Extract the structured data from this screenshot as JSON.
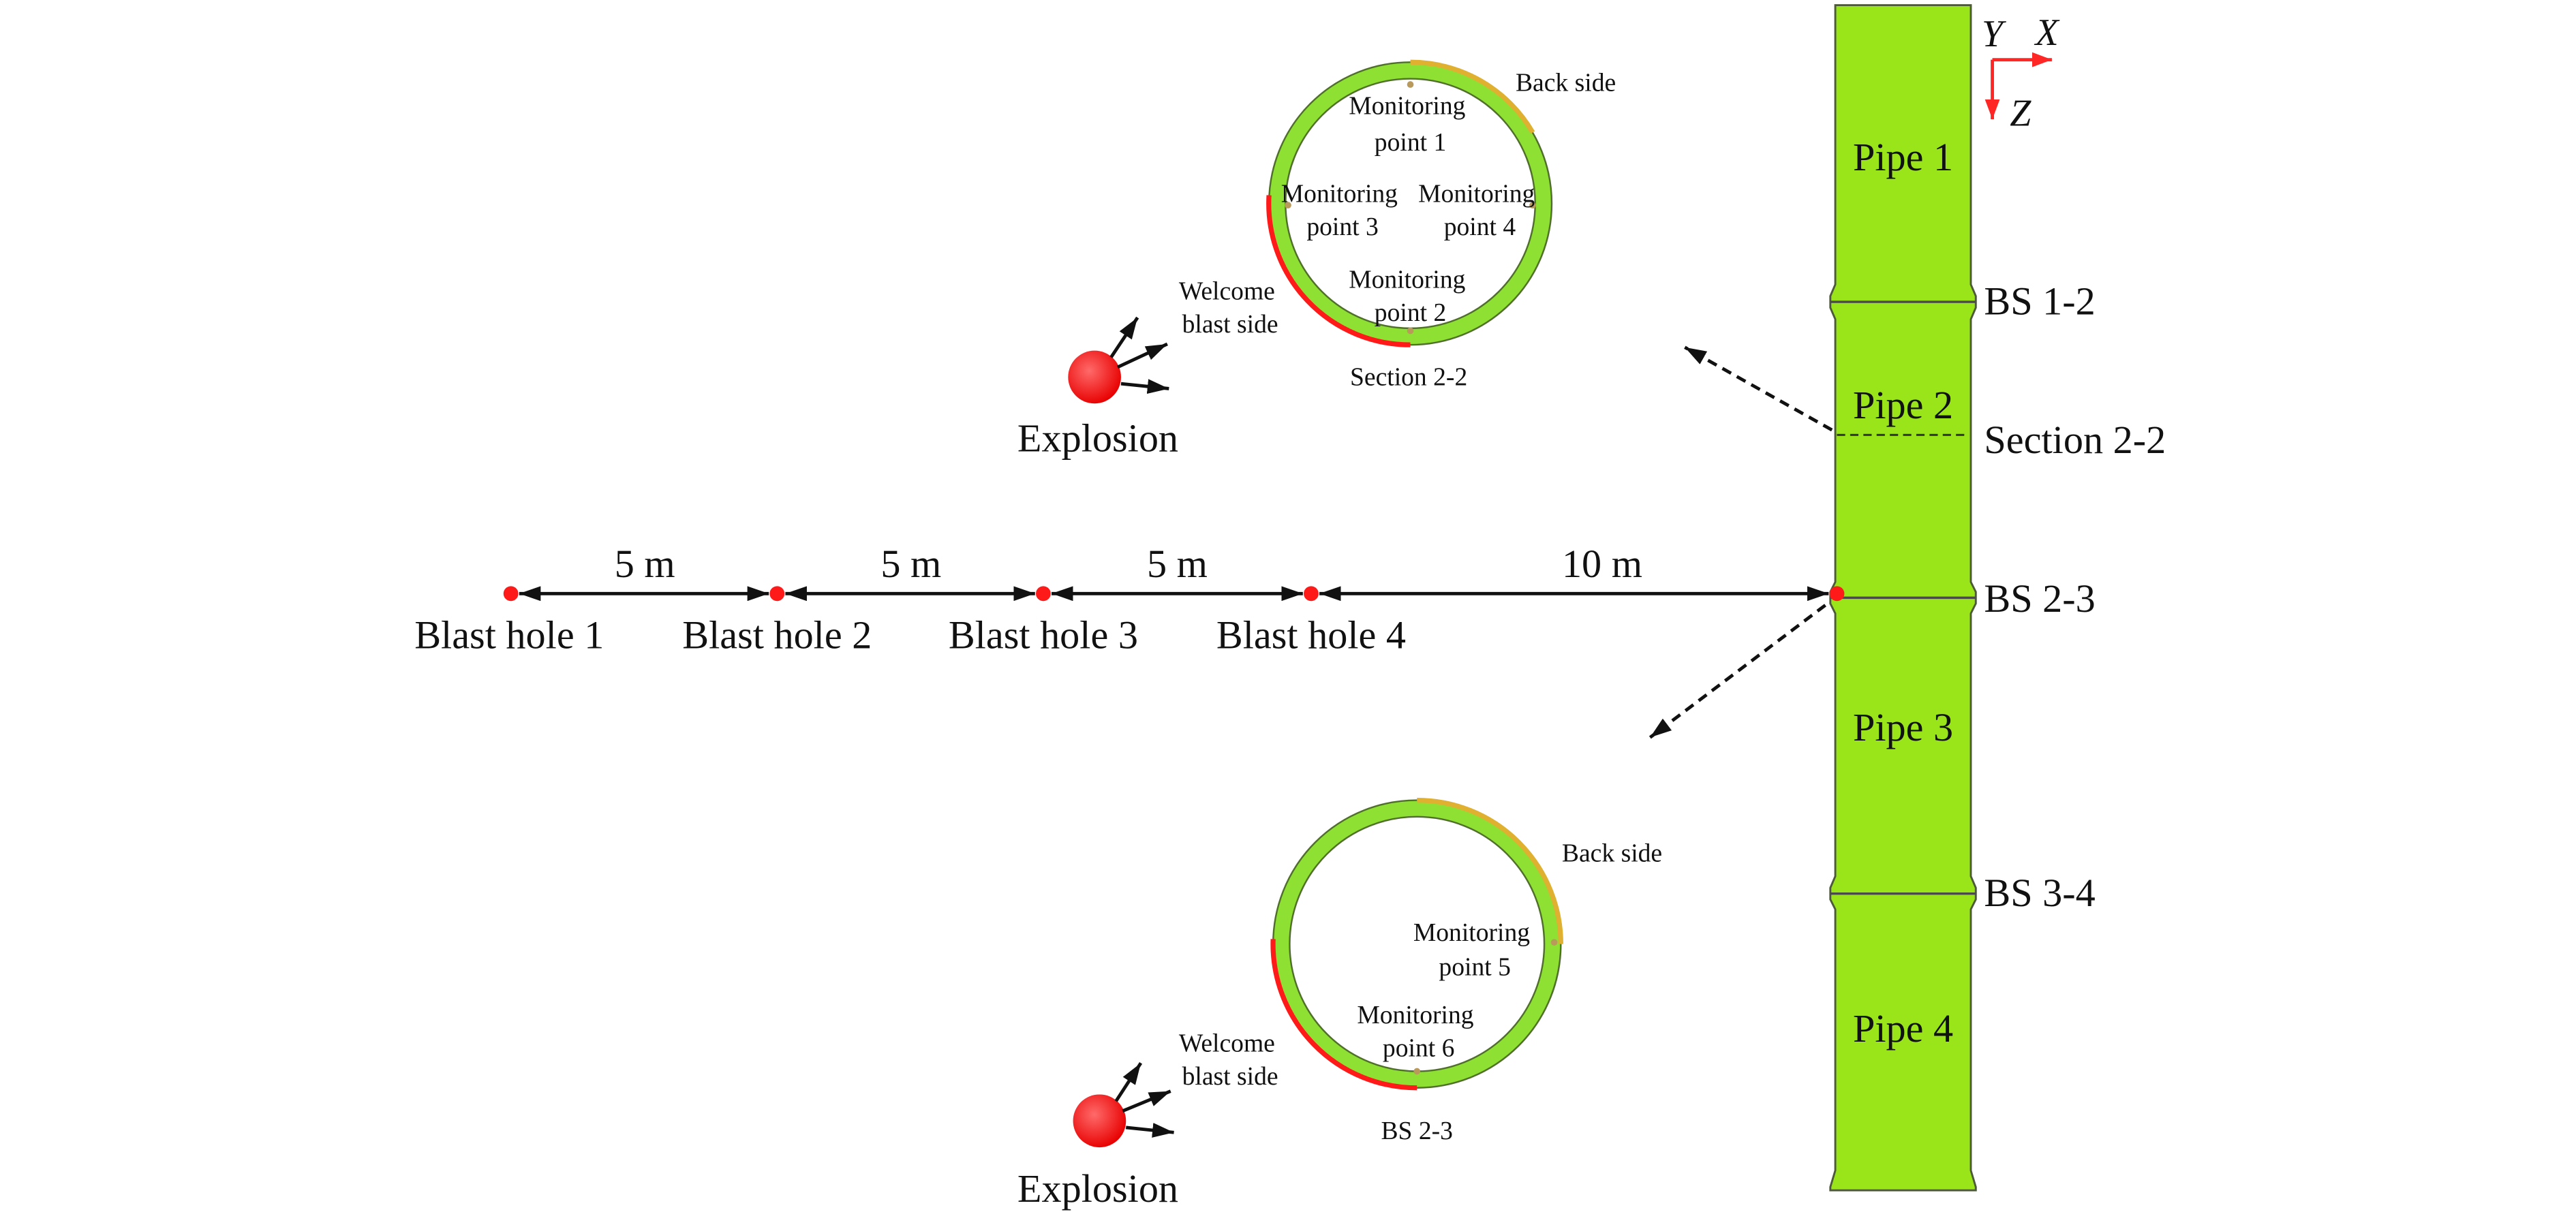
{
  "axes_triad": {
    "y_label": "Y",
    "x_label": "X",
    "z_label": "Z"
  },
  "pipe": {
    "segments": [
      "Pipe 1",
      "Pipe 2",
      "Pipe 3",
      "Pipe 4"
    ],
    "joints": [
      "BS 1-2",
      "BS 2-3",
      "BS 3-4"
    ],
    "section_label": "Section 2-2"
  },
  "blast_holes": {
    "labels": [
      "Blast hole 1",
      "Blast hole 2",
      "Blast hole 3",
      "Blast hole 4"
    ],
    "spacings": [
      "5 m",
      "5 m",
      "5 m",
      "10 m"
    ]
  },
  "section_view": {
    "back_side": "Back side",
    "monitoring_point_1": [
      "Monitoring",
      "point 1"
    ],
    "monitoring_point_2": [
      "Monitoring",
      "point 2"
    ],
    "monitoring_point_3": [
      "Monitoring",
      "point 3"
    ],
    "monitoring_point_4": [
      "Monitoring",
      "point 4"
    ],
    "welcome_blast_side": [
      "Welcome",
      "blast side"
    ],
    "caption": "Section 2-2",
    "explosion": "Explosion"
  },
  "joint_view": {
    "back_side": "Back side",
    "monitoring_point_5": [
      "Monitoring",
      "point 5"
    ],
    "monitoring_point_6": [
      "Monitoring",
      "point 6"
    ],
    "welcome_blast_side": [
      "Welcome",
      "blast side"
    ],
    "caption": "BS 2-3",
    "explosion": "Explosion"
  },
  "colors": {
    "pipe": "#99e51a",
    "ring": "#8ee032",
    "blast": "#ff1a1a",
    "axis": "#ff2626",
    "back_side_tint": "#e0b030",
    "arrow": "#111111"
  }
}
